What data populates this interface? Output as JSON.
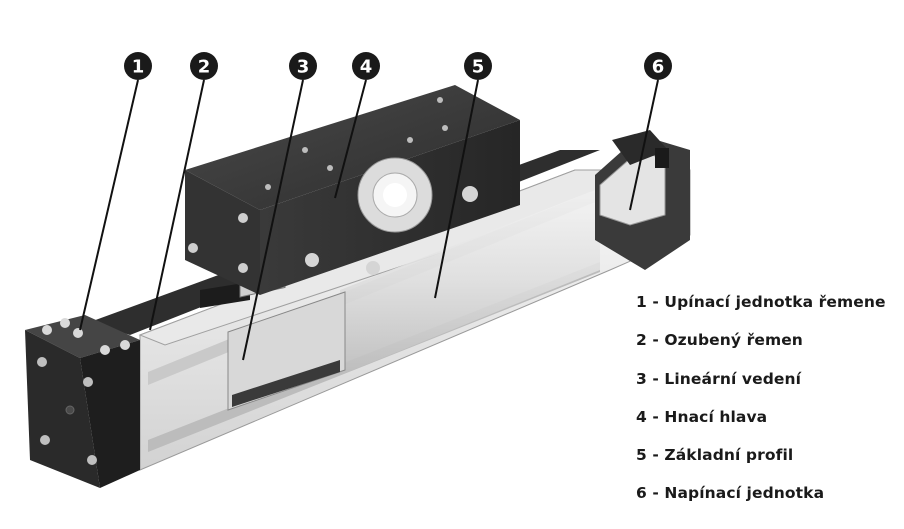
{
  "callouts": [
    {
      "number": "1"
    },
    {
      "number": "2"
    },
    {
      "number": "3"
    },
    {
      "number": "4"
    },
    {
      "number": "5"
    },
    {
      "number": "6"
    }
  ],
  "legend": [
    {
      "text": "1 - Upínací jednotka řemene"
    },
    {
      "text": "2 - Ozubený řemen"
    },
    {
      "text": "3 - Lineární vedení"
    },
    {
      "text": "4 - Hnací hlava"
    },
    {
      "text": "5 - Základní profil"
    },
    {
      "text": "6 - Napínací jednotka"
    }
  ],
  "colors": {
    "callout_fill": "#1a1a1a",
    "leader_line": "#111111",
    "dark_part": "#2b2b2b",
    "aluminium": "#e6e6e6",
    "text": "#1a1a1a"
  }
}
